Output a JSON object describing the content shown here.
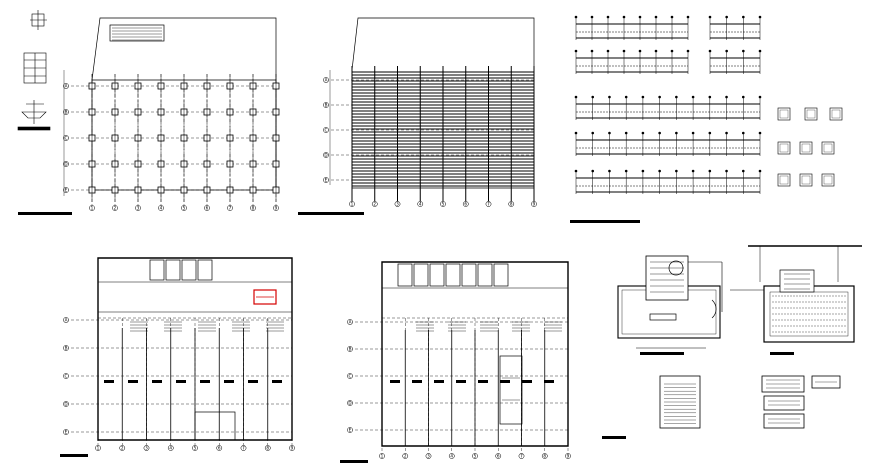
{
  "sheet": {
    "background": "#ffffff",
    "line_color": "#000000",
    "accent_color": "#d40000"
  },
  "grid_axes": {
    "columns": [
      "1",
      "2",
      "3",
      "4",
      "5",
      "6",
      "7",
      "8",
      "9"
    ],
    "rows": [
      "A",
      "B",
      "C",
      "D",
      "E"
    ]
  },
  "panels": [
    {
      "name": "structural-detail-column",
      "title_bar": true
    },
    {
      "name": "column-layout-plan",
      "title_bar": true
    },
    {
      "name": "slab-framing-plan",
      "title_bar": true
    },
    {
      "name": "beam-elevations",
      "title_bar": true
    },
    {
      "name": "ground-floor-plan",
      "title_bar": true
    },
    {
      "name": "first-floor-plan",
      "title_bar": true
    },
    {
      "name": "tank-plan-detail",
      "title_bar": true
    },
    {
      "name": "tank-section-detail",
      "title_bar": true
    },
    {
      "name": "legend-schedules",
      "title_bar": true
    }
  ]
}
